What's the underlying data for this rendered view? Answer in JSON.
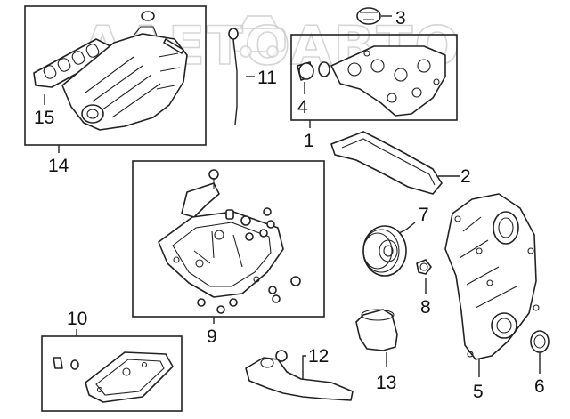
{
  "watermark": {
    "text": "AAETOABТO",
    "icon": "car-logo-icon"
  },
  "callouts": {
    "c1": "1",
    "c2": "2",
    "c3": "3",
    "c4": "4",
    "c5": "5",
    "c6": "6",
    "c7": "7",
    "c8": "8",
    "c9": "9",
    "c10": "10",
    "c11": "11",
    "c12": "12",
    "c13": "13",
    "c14": "14",
    "c15": "15"
  }
}
